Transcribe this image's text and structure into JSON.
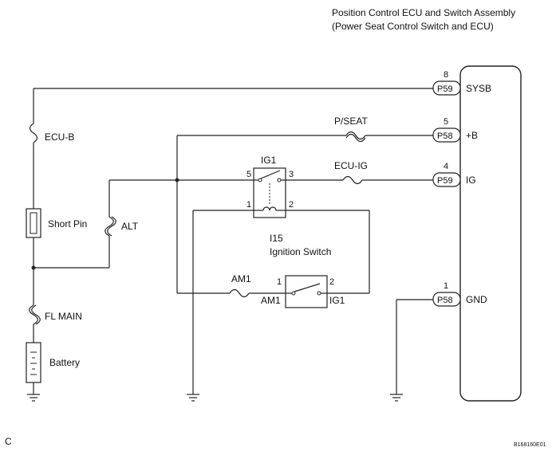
{
  "ecu": {
    "title_line1": "Position Control ECU and Switch Assembly",
    "title_line2": "(Power Seat Control Switch and ECU)",
    "pins": [
      {
        "number": "8",
        "connector": "P59",
        "signal": "SYSB"
      },
      {
        "number": "5",
        "connector": "P58",
        "signal": "+B"
      },
      {
        "number": "4",
        "connector": "P59",
        "signal": "IG"
      },
      {
        "number": "1",
        "connector": "P58",
        "signal": "GND"
      }
    ]
  },
  "fuses": {
    "ecu_b": "ECU-B",
    "p_seat": "P/SEAT",
    "ecu_ig": "ECU-IG",
    "alt": "ALT",
    "fl_main": "FL MAIN",
    "am1": "AM1"
  },
  "components": {
    "short_pin": "Short Pin",
    "battery": "Battery"
  },
  "ignition_switch": {
    "id": "I15",
    "name": "Ignition Switch",
    "relay_label": "IG1",
    "relay_pin_5": "5",
    "relay_pin_3": "3",
    "coil_pin_1": "1",
    "coil_pin_2": "2",
    "switch_pin_1": "1",
    "switch_pin_2": "2",
    "switch_left_label": "AM1",
    "switch_right_label": "IG1"
  },
  "footer": {
    "corner_letter": "C",
    "code": "B168160E01"
  }
}
